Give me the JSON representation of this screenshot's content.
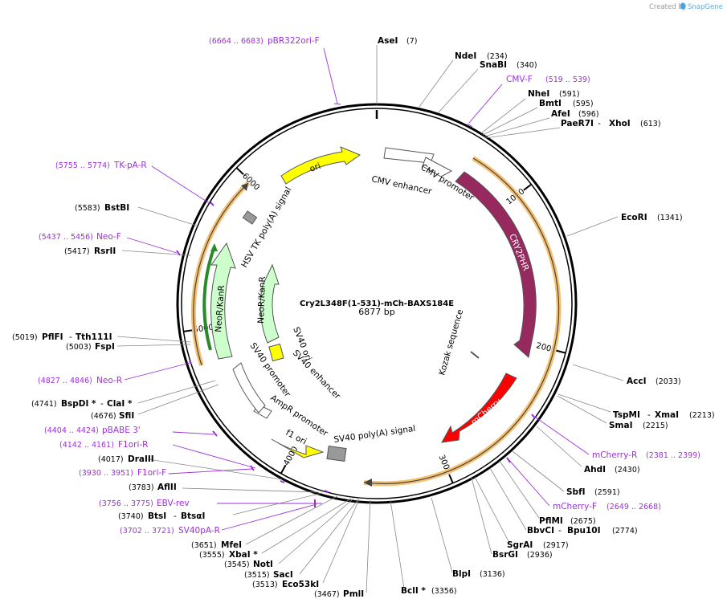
{
  "credit": "Created by",
  "brand": "SnapGene",
  "plasmid": {
    "name": "Cry2L348F(1-531)-mCh-BAXS184E",
    "length": "6877 bp"
  },
  "ticks": [
    "1000",
    "2000",
    "3000",
    "4000",
    "5000",
    "6000"
  ],
  "colors": {
    "cry2phr": "#96295e",
    "mcherry": "#ff0000",
    "ori": "#ffff00",
    "neo": "#ccffcc",
    "orf_outline": "#f0a030",
    "primer": "#9b30d9",
    "line": "#888888"
  },
  "features": {
    "cmv_enhancer": "CMV enhancer",
    "cmv_promoter": "CMV promoter",
    "cry2phr": "CRY2PHR",
    "kozak": "Kozak sequence",
    "mcherry": "mCherry",
    "sv40_polya": "SV40 poly(A) signal",
    "f1_ori": "f1 ori",
    "ampr_promoter": "AmpR promoter",
    "sv40_promoter": "SV40 promoter",
    "sv40_ori": "SV40 ori",
    "sv40_enhancer": "SV40 enhancer",
    "neokanr_inner": "NeoR/KanR",
    "neokanr_outer": "NeoR/KanR",
    "hsv_tk": "HSV TK poly(A) signal",
    "ori": "ori"
  },
  "sites": {
    "asei": {
      "name": "AseI",
      "pos": "(7)"
    },
    "ndei": {
      "name": "NdeI",
      "pos": "(234)"
    },
    "snabi": {
      "name": "SnaBI",
      "pos": "(340)"
    },
    "nhei": {
      "name": "NheI",
      "pos": "(591)"
    },
    "bmti": {
      "name": "BmtI",
      "pos": "(595)"
    },
    "afei": {
      "name": "AfeI",
      "pos": "(596)"
    },
    "paer7i": {
      "name": "PaeR7I",
      "name2": "XhoI",
      "pos": "(613)"
    },
    "ecori": {
      "name": "EcoRI",
      "pos": "(1341)"
    },
    "acci": {
      "name": "AccI",
      "pos": "(2033)"
    },
    "tspmi": {
      "name": "TspMI",
      "name2": "XmaI",
      "pos": "(2213)"
    },
    "smai": {
      "name": "SmaI",
      "pos": "(2215)"
    },
    "ahdi": {
      "name": "AhdI",
      "pos": "(2430)"
    },
    "sbfi": {
      "name": "SbfI",
      "pos": "(2591)"
    },
    "pflmi": {
      "name": "PflMI",
      "pos": "(2675)"
    },
    "bbvci": {
      "name": "BbvCI",
      "name2": "Bpu10I",
      "pos": "(2774)"
    },
    "sgrai": {
      "name": "SgrAI",
      "pos": "(2917)"
    },
    "bsrgi": {
      "name": "BsrGI",
      "pos": "(2936)"
    },
    "blpi": {
      "name": "BlpI",
      "pos": "(3136)"
    },
    "bcli": {
      "name": "BclI *",
      "pos": "(3356)"
    },
    "pmli": {
      "name": "PmlI",
      "pos": "(3467)"
    },
    "eco53ki": {
      "name": "Eco53kI",
      "pos": "(3513)"
    },
    "saci": {
      "name": "SacI",
      "pos": "(3515)"
    },
    "noti": {
      "name": "NotI",
      "pos": "(3545)"
    },
    "xbai": {
      "name": "XbaI *",
      "pos": "(3555)"
    },
    "mfei": {
      "name": "MfeI",
      "pos": "(3651)"
    },
    "btsi": {
      "name": "BtsI",
      "name2": "BtsαI",
      "pos": "(3740)"
    },
    "afiii": {
      "name": "AflII",
      "pos": "(3783)"
    },
    "draiii": {
      "name": "DraIII",
      "pos": "(4017)"
    },
    "sfii": {
      "name": "SfiI",
      "pos": "(4676)"
    },
    "bspdi": {
      "name": "BspDI *",
      "name2": "ClaI *",
      "pos": "(4741)"
    },
    "fspi": {
      "name": "FspI",
      "pos": "(5003)"
    },
    "pflfi": {
      "name": "PflFI",
      "name2": "Tth111I",
      "pos": "(5019)"
    },
    "rsrii": {
      "name": "RsrII",
      "pos": "(5417)"
    },
    "bstbi": {
      "name": "BstBI",
      "pos": "(5583)"
    }
  },
  "primers": {
    "pbr322ori": {
      "name": "pBR322ori-F",
      "pos": "(6664 .. 6683)"
    },
    "cmvf": {
      "name": "CMV-F",
      "pos": "(519 .. 539)"
    },
    "mcherryr": {
      "name": "mCherry-R",
      "pos": "(2381 .. 2399)"
    },
    "mcherryf": {
      "name": "mCherry-F",
      "pos": "(2649 .. 2668)"
    },
    "sv40pa": {
      "name": "SV40pA-R",
      "pos": "(3702 .. 3721)"
    },
    "ebv": {
      "name": "EBV-rev",
      "pos": "(3756 .. 3775)"
    },
    "f1orif": {
      "name": "F1ori-F",
      "pos": "(3930 .. 3951)"
    },
    "f1orir": {
      "name": "F1ori-R",
      "pos": "(4142 .. 4161)"
    },
    "pbabe": {
      "name": "pBABE 3'",
      "pos": "(4404 .. 4424)"
    },
    "neor": {
      "name": "Neo-R",
      "pos": "(4827 .. 4846)"
    },
    "neof": {
      "name": "Neo-F",
      "pos": "(5437 .. 5456)"
    },
    "tkpa": {
      "name": "TK-pA-R",
      "pos": "(5755 .. 5774)"
    }
  }
}
